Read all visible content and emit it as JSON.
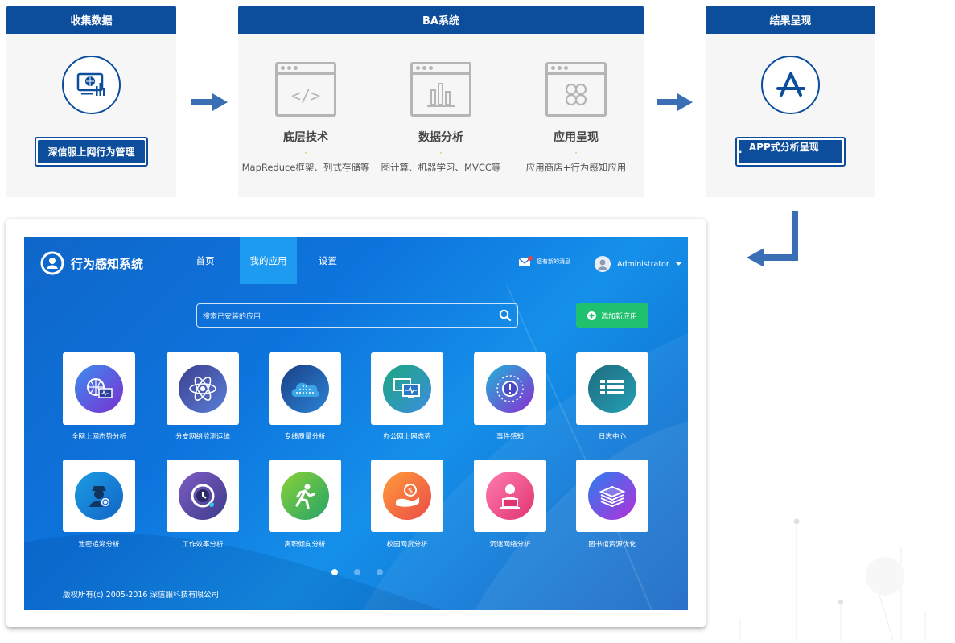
{
  "flow": {
    "collect": {
      "title": "收集数据",
      "button": "深信服上网行为管理"
    },
    "ba": {
      "title": "BA系统",
      "items": [
        {
          "title": "底层技术",
          "desc": "MapReduce框架、列式存储等"
        },
        {
          "title": "数据分析",
          "desc": "图计算、机器学习、MVCC等"
        },
        {
          "title": "应用呈现",
          "desc": "应用商店+行为感知应用"
        }
      ]
    },
    "result": {
      "title": "结果呈现",
      "button": "APP式分析呈现"
    }
  },
  "app": {
    "title": "行为感知系统",
    "nav": {
      "home": "首页",
      "apps": "我的应用",
      "settings": "设置"
    },
    "messages": "您有新的消息",
    "user": "Administrator",
    "search_placeholder": "搜索已安装的应用",
    "add_button": "添加新应用",
    "tiles": [
      {
        "label": "全网上网态势分析",
        "icon": "globe-monitor-icon"
      },
      {
        "label": "分支网络监测运维",
        "icon": "atom-icon"
      },
      {
        "label": "专线质量分析",
        "icon": "cloud-dots-icon"
      },
      {
        "label": "办公网上网态势",
        "icon": "dual-monitor-icon"
      },
      {
        "label": "事件感知",
        "icon": "alert-radar-icon"
      },
      {
        "label": "日志中心",
        "icon": "list-icon"
      },
      {
        "label": "泄密追溯分析",
        "icon": "spy-target-icon"
      },
      {
        "label": "工作效率分析",
        "icon": "clock-icon"
      },
      {
        "label": "离职倾向分析",
        "icon": "running-man-icon"
      },
      {
        "label": "校园网贷分析",
        "icon": "money-hand-icon"
      },
      {
        "label": "沉迷网络分析",
        "icon": "user-laptop-icon"
      },
      {
        "label": "图书馆资源优化",
        "icon": "books-stack-icon"
      }
    ],
    "copyright": "版权所有(c) 2005-2016 深信服科技有限公司"
  },
  "colors": {
    "brand": "#0c4d9c",
    "arrow": "#3a6fb5",
    "add_green": "#1fc06e",
    "active_tab": "#1d9bf0"
  }
}
